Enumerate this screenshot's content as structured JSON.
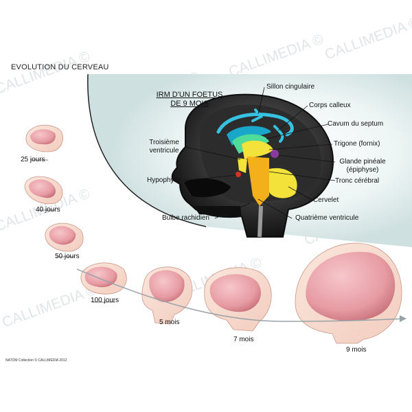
{
  "header": {
    "title": "EVOLUTION DU CERVEAU"
  },
  "mri": {
    "title_line1": "IRM D'UN FOETUS",
    "title_line2": "DE 9 MOIS"
  },
  "labels": {
    "sillon_cingulaire": "Sillon cingulaire",
    "corps_calleux": "Corps calleux",
    "cavum_septum": "Cavum du septum",
    "trigone": "Trigone (fornix)",
    "glande_pineale_1": "Glande pinéale",
    "glande_pineale_2": "(épiphyse)",
    "tronc_cerebral": "Tronc cérébral",
    "cervelet": "Cervelet",
    "quatrieme_ventricule": "Quatrième ventricule",
    "troisieme_ventricule_1": "Troisième",
    "troisieme_ventricule_2": "ventricule",
    "hypophyse": "Hypophyse",
    "bulbe_rachidien": "Bulbe rachidien"
  },
  "stages": [
    {
      "label": "25 jours"
    },
    {
      "label": "40 jours"
    },
    {
      "label": "50 jours"
    },
    {
      "label": "100 jours"
    },
    {
      "label": "5 mois"
    },
    {
      "label": "7 mois"
    },
    {
      "label": "9 mois"
    }
  ],
  "footer": {
    "credit": "NATOM Collection © CALLIMEDIA 2012"
  },
  "watermark": "CALLIMEDIA ©",
  "colors": {
    "brain_pink": "#e9a0a6",
    "cortex_blue": "#36c2e0",
    "corpus_green": "#4fdc9a",
    "yellow": "#f3e23a",
    "orange": "#f4b01a",
    "purple": "#8a3a9c",
    "red": "#d8321e",
    "mri_dark": "#1a1a1a"
  }
}
